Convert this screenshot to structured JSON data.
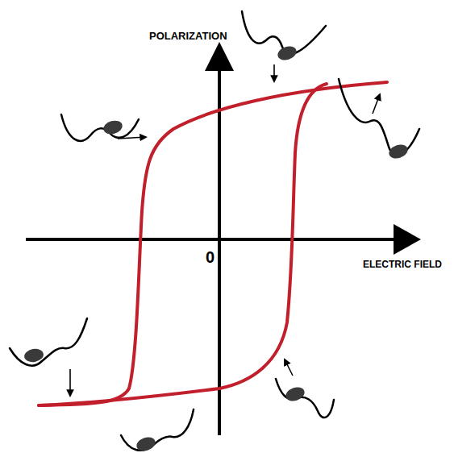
{
  "diagram": {
    "labels": [
      "POLARIZATION",
      "0",
      "ELECTRIC FIELD"
    ]
  }
}
